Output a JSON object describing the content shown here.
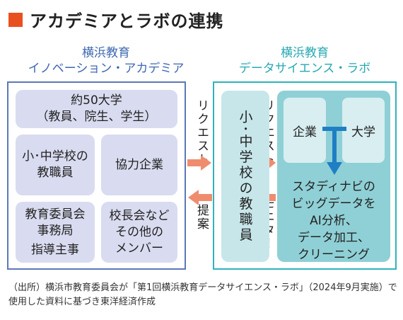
{
  "title": "アカデミアとラボの連携",
  "left_org": {
    "line1": "横浜教育",
    "line2": "イノベーション・アカデミア"
  },
  "right_org": {
    "line1": "横浜教育",
    "line2": "データサイエンス・ラボ"
  },
  "left_boxes": {
    "universities": {
      "line1": "約50大学",
      "line2": "（教員、院生、学生）"
    },
    "school_staff": {
      "line1": "小･中学校の",
      "line2": "教職員"
    },
    "companies": "協力企業",
    "board": {
      "line1": "教育委員会",
      "line2": "事務局",
      "line3": "指導主事"
    },
    "principals": {
      "line1": "校長会など",
      "line2": "その他の",
      "line3": "メンバー"
    }
  },
  "arrows": {
    "request_left": "リクエスト",
    "proposal": "提案",
    "request_right": "リクエスト",
    "monitor": "モニター"
  },
  "teacher_box": "小･中学校の教職員",
  "lab": {
    "company": "企業",
    "university": "大学",
    "line1": "スタディナビの",
    "line2": "ビッグデータを",
    "line3": "AI分析、",
    "line4": "データ加工、",
    "line5": "クリーニング"
  },
  "caption": {
    "line1": "（出所）横浜市教育委員会が「第1回横浜教育データサイエンス・ラボ」（2024年9月実施）で",
    "line2": "使用した資料に基づき東洋経済作成"
  },
  "colors": {
    "accent": "#e8501f",
    "academia_blue": "#3e67b1",
    "lab_teal": "#27a8b2",
    "arrow_orange": "#f08c6e",
    "connector_blue": "#1f7fc4"
  }
}
